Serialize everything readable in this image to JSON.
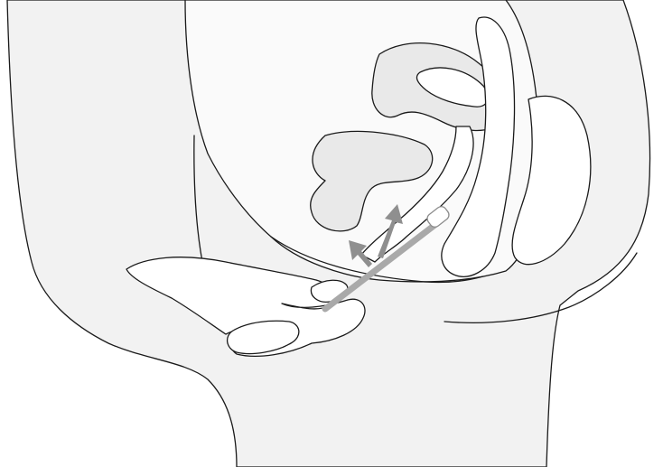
{
  "colors": {
    "background": "#ffffff",
    "outline": "#1a1a1a",
    "body_fill": "#f2f2f2",
    "organ_fill": "#e9e9e9",
    "light_fill": "#fafafa",
    "applicator": "#a9a9a9",
    "arrow": "#8f8f8f",
    "tip": "#ffffff"
  },
  "components": [
    {
      "name": "torso"
    },
    {
      "name": "abdomen-cavity"
    },
    {
      "name": "bladder"
    },
    {
      "name": "uterus"
    },
    {
      "name": "vaginal-canal"
    },
    {
      "name": "rectum"
    },
    {
      "name": "buttock"
    },
    {
      "name": "thigh"
    },
    {
      "name": "hand"
    },
    {
      "name": "applicator"
    },
    {
      "name": "release-arrows"
    }
  ]
}
